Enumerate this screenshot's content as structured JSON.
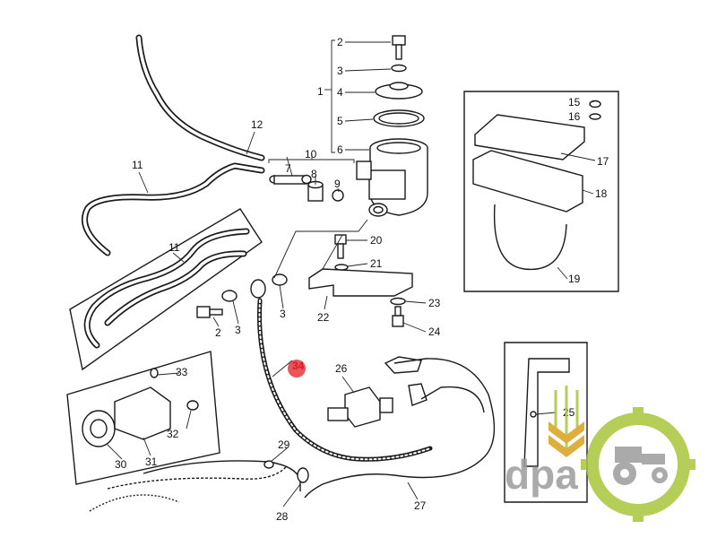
{
  "labels": {
    "l1": "1",
    "l2a": "2",
    "l3a": "3",
    "l4": "4",
    "l5": "5",
    "l6": "6",
    "l7": "7",
    "l8": "8",
    "l9": "9",
    "l10": "10",
    "l11a": "11",
    "l11b": "11",
    "l12": "12",
    "l15": "15",
    "l16": "16",
    "l17": "17",
    "l18": "18",
    "l19": "19",
    "l20": "20",
    "l21": "21",
    "l22": "22",
    "l23": "23",
    "l24": "24",
    "l2b": "2",
    "l3b": "3",
    "l3c": "3",
    "l26": "26",
    "l27": "27",
    "l28": "28",
    "l29": "29",
    "l30": "30",
    "l31": "31",
    "l32": "32",
    "l33": "33",
    "l25": "25",
    "l34": "34"
  },
  "watermark": {
    "text": "dpa",
    "brand_green": "#a9c63b",
    "text_gray": "#9c9c9c",
    "icon": "tractor-icon"
  },
  "highlight": {
    "color": "#e31b23"
  }
}
